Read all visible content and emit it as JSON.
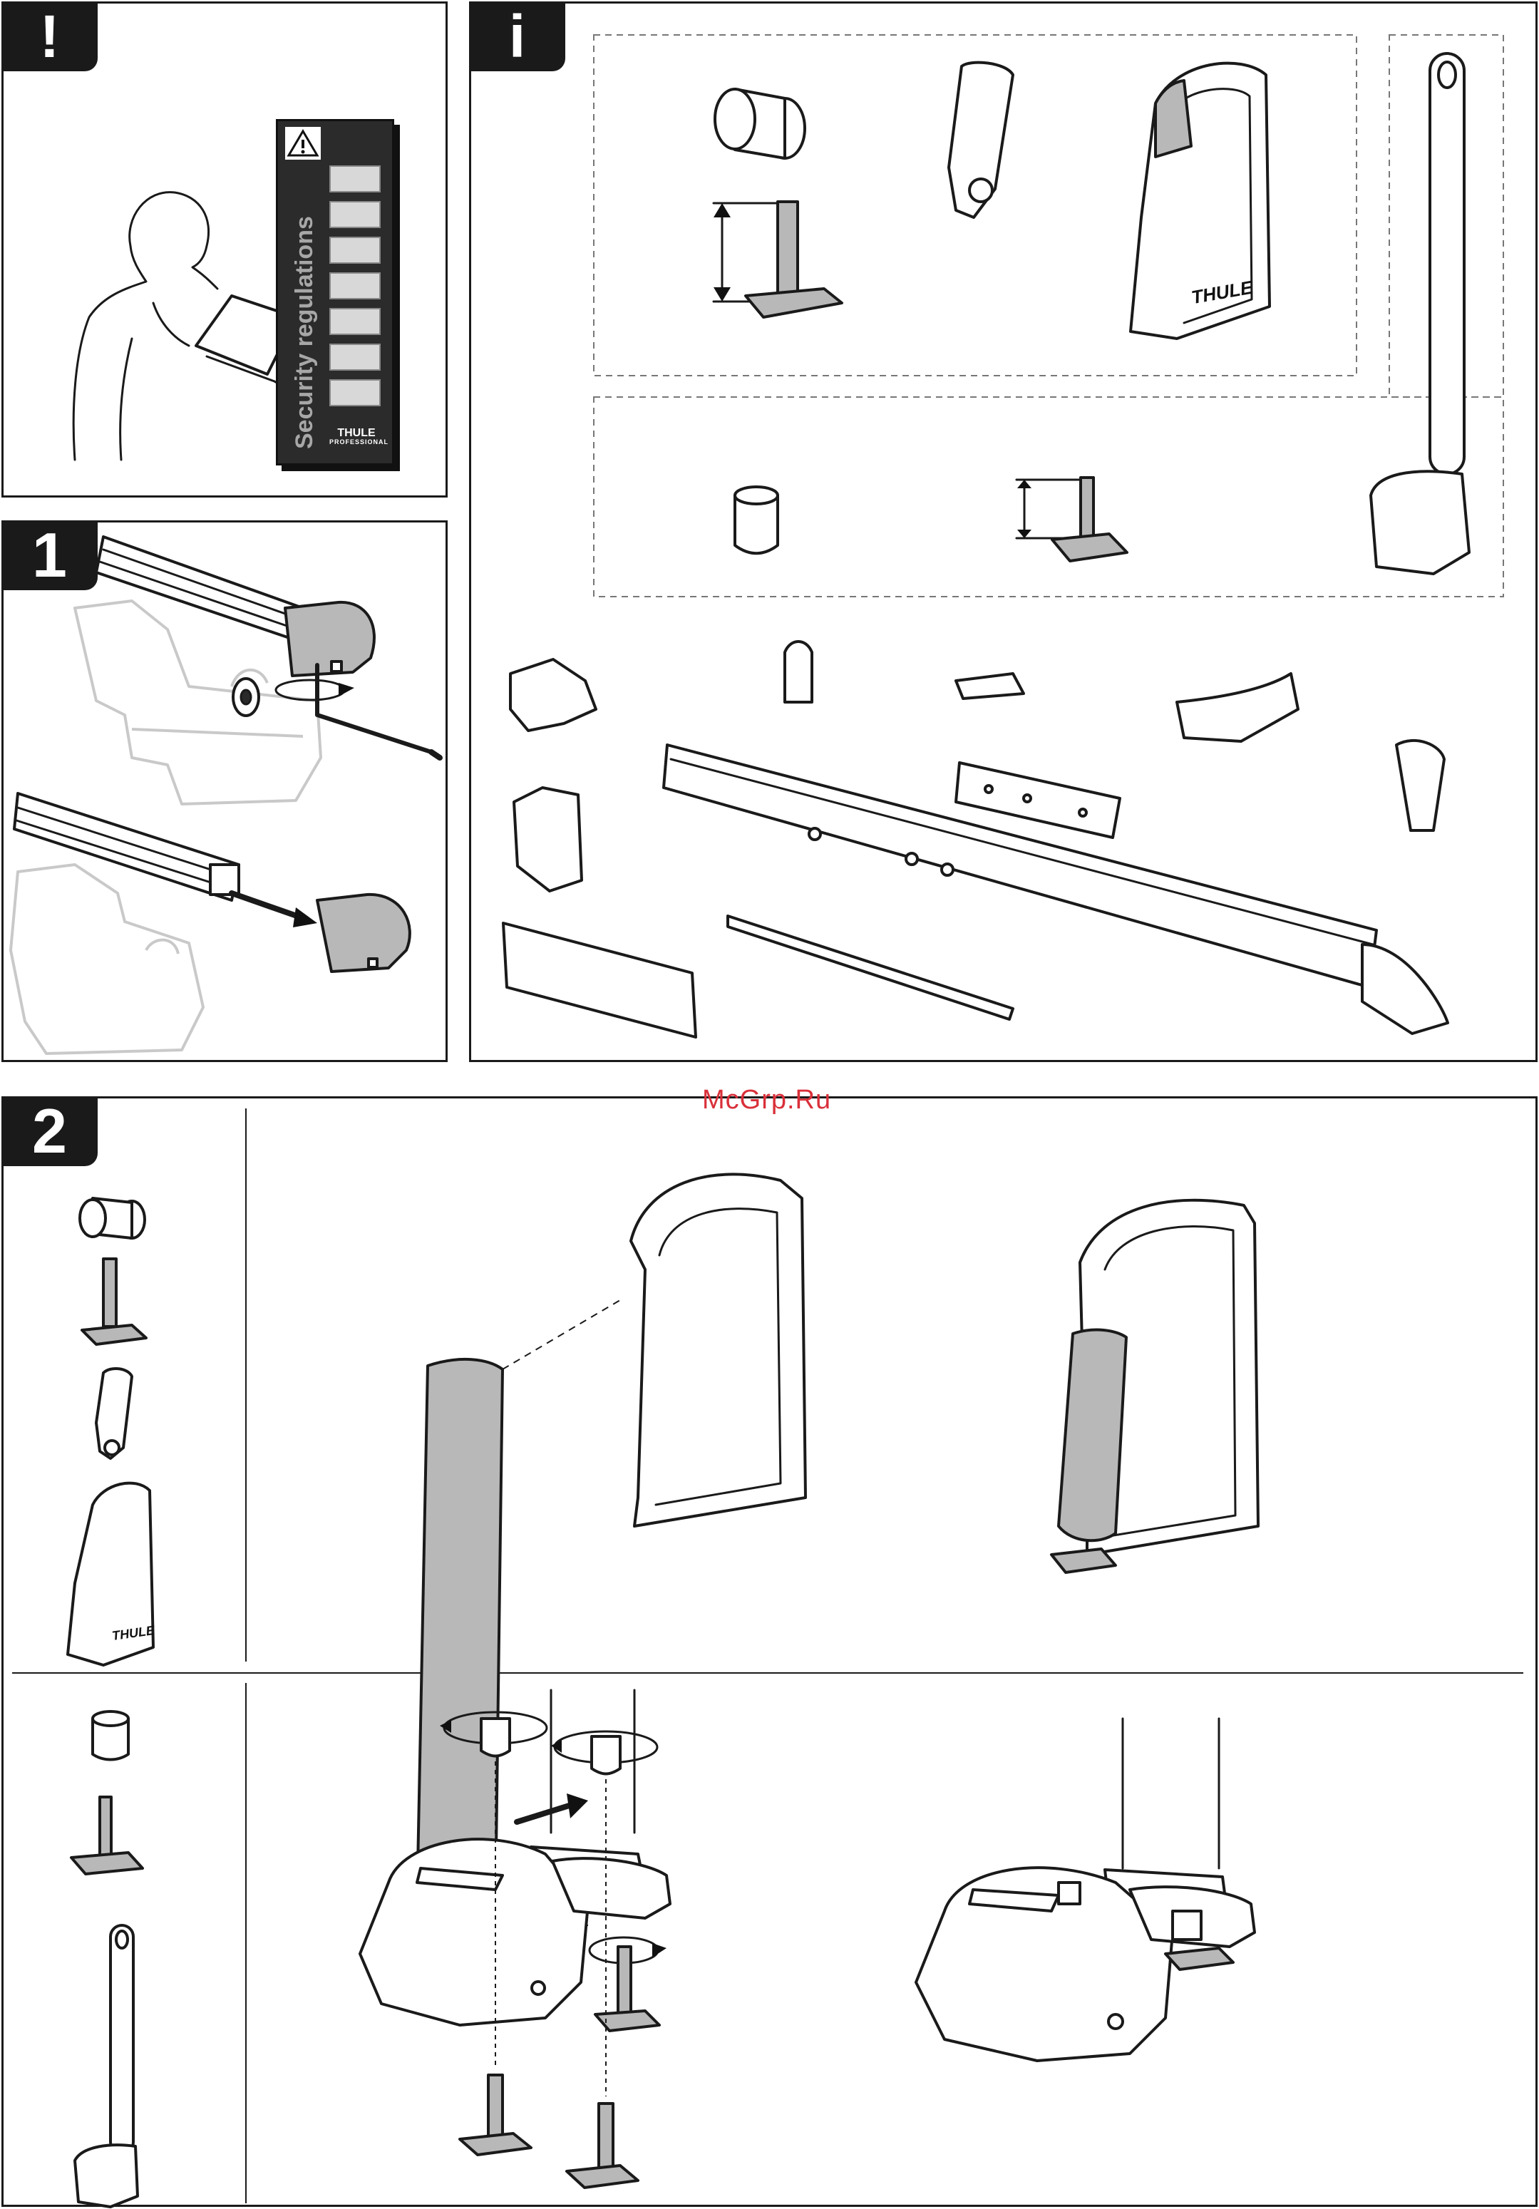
{
  "panels": {
    "warning": {
      "tab": "!"
    },
    "step1": {
      "tab": "1"
    },
    "info": {
      "tab": "i"
    },
    "step2": {
      "tab": "2"
    }
  },
  "booklet": {
    "title": "Security regulations",
    "brand": "THULE",
    "brand_sub": "PROFESSIONAL"
  },
  "part_logos": {
    "holder_logo": "THULE",
    "sidebar_holder_logo": "THULE"
  },
  "watermark": "McGrp.Ru",
  "icons": [
    "warning-triangle-icon",
    "rotate-icon",
    "arrow-icon",
    "allen-key-icon"
  ]
}
